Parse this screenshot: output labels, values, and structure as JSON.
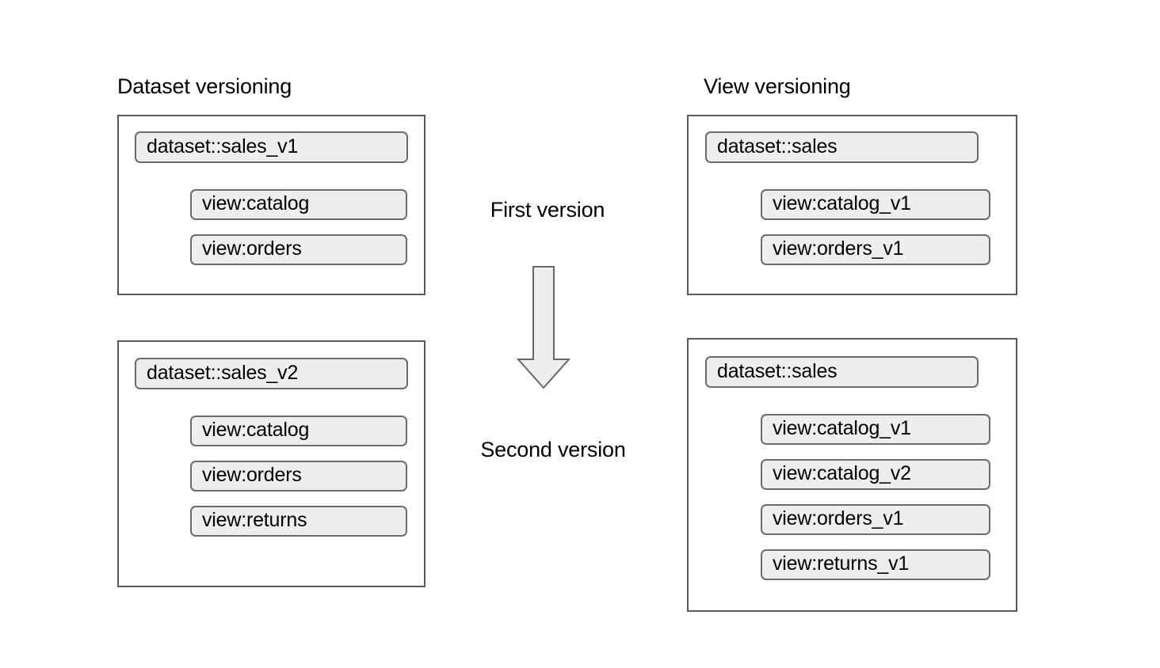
{
  "diagram": {
    "title_left": "Dataset versioning",
    "title_right": "View versioning",
    "center": {
      "first_label": "First version",
      "second_label": "Second version",
      "arrow_icon": "down-block-arrow-icon"
    },
    "colors": {
      "pill_fill": "#eeeeee",
      "pill_border": "#6b6b6b",
      "box_border": "#5a5a5a",
      "box_fill": "#ffffff",
      "arrow_fill": "#eeeeee",
      "arrow_border": "#666666",
      "text": "#000000",
      "background": "#ffffff"
    },
    "groups": [
      {
        "id": "dataset-versioning-first",
        "column": "Dataset versioning",
        "version": "First version",
        "dataset": "dataset::sales_v1",
        "views": [
          "view:catalog",
          "view:orders"
        ]
      },
      {
        "id": "dataset-versioning-second",
        "column": "Dataset versioning",
        "version": "Second version",
        "dataset": "dataset::sales_v2",
        "views": [
          "view:catalog",
          "view:orders",
          "view:returns"
        ]
      },
      {
        "id": "view-versioning-first",
        "column": "View versioning",
        "version": "First version",
        "dataset": "dataset::sales",
        "views": [
          "view:catalog_v1",
          "view:orders_v1"
        ]
      },
      {
        "id": "view-versioning-second",
        "column": "View versioning",
        "version": "Second version",
        "dataset": "dataset::sales",
        "views": [
          "view:catalog_v1",
          "view:catalog_v2",
          "view:orders_v1",
          "view:returns_v1"
        ]
      }
    ]
  }
}
